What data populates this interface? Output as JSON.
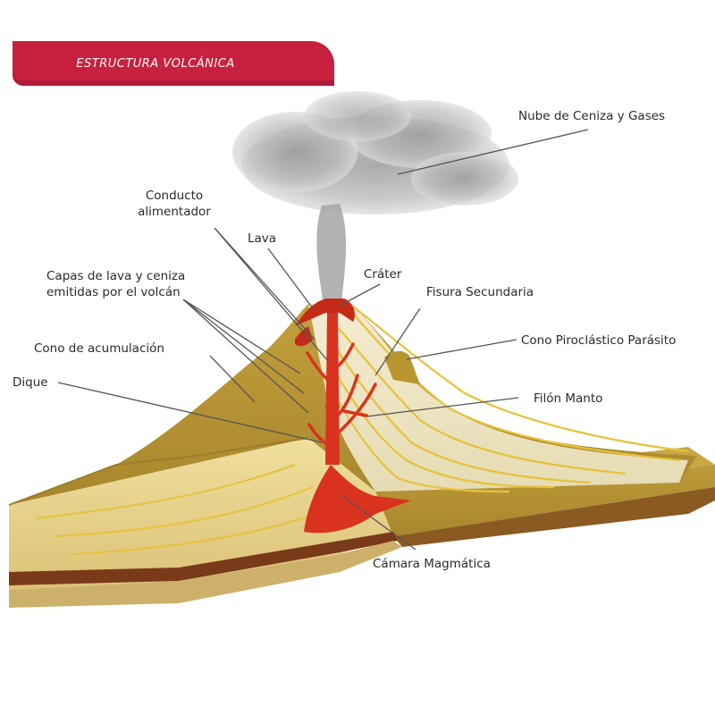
{
  "header": {
    "title": "ESTRUCTURA VOLCÁNICA"
  },
  "labels": {
    "ash_cloud": "Nube de Ceniza y Gases",
    "feeder_conduit_line1": "Conducto",
    "feeder_conduit_line2": "alimentador",
    "lava": "Lava",
    "crater": "Cráter",
    "layers_line1": "Capas de lava y ceniza",
    "layers_line2": "emitidas por el volcán",
    "secondary_fissure": "Fisura Secundaria",
    "accumulation_cone": "Cono de acumulación",
    "parasitic_cone": "Cono Piroclástico Parásito",
    "dike": "Dique",
    "sill": "Filón Manto",
    "magma_chamber": "Cámara Magmática"
  },
  "colors": {
    "banner": "#c8203f",
    "magma": "#d9321f",
    "rock": "#c9a544",
    "rock_light": "#efe6c4",
    "layer_line": "#e6c23a",
    "soil_band": "#7a3a1a",
    "ash": "#a9a9a9",
    "leader_line": "#555555"
  }
}
